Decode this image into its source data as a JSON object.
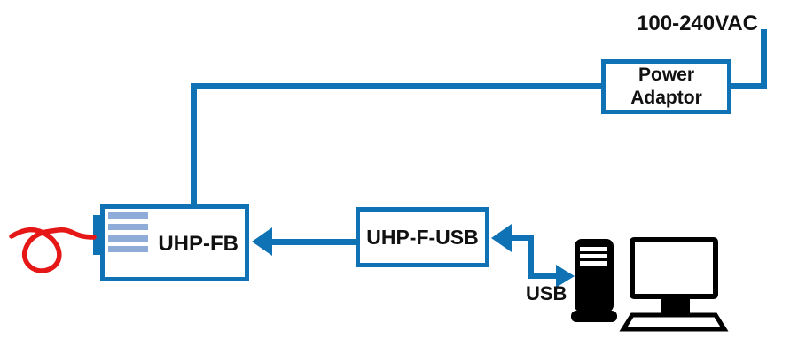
{
  "diagram": {
    "title": "UHP-FB fiber device connection diagram",
    "ac_label": "100-240VAC",
    "power_adaptor_label": "Power Adaptor",
    "uhp_fb_label": "UHP-FB",
    "uhp_f_usb_label": "UHP-F-USB",
    "usb_label": "USB",
    "connections": [
      "AC mains (100-240VAC) into Power Adaptor",
      "Power Adaptor output down into UHP-FB top",
      "UHP-F-USB arrow into UHP-FB right side",
      "Computer tower USB arrow into UHP-F-USB right side",
      "Red fiber cable with loop into UHP-FB left connector"
    ]
  },
  "colors": {
    "line_blue": "#0e72b5",
    "stripe_blue": "#8fabd8",
    "fiber_red": "#e51717",
    "device_black": "#000000",
    "text_black": "#111111"
  }
}
